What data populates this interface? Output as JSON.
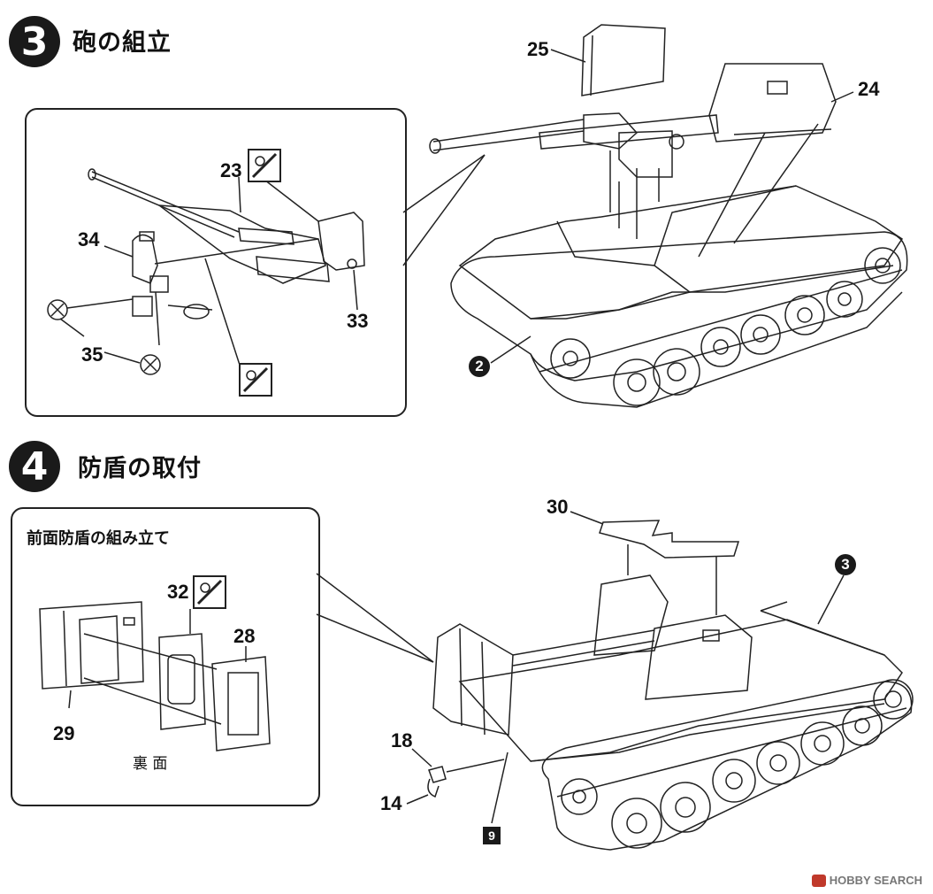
{
  "steps": [
    {
      "number": "3",
      "title": "砲の組立"
    },
    {
      "number": "4",
      "title": "防盾の取付"
    }
  ],
  "step3": {
    "parts": {
      "p23": "23",
      "p34": "34",
      "p35": "35",
      "p33": "33",
      "p25": "25",
      "p24": "24"
    },
    "ref": "2"
  },
  "step4": {
    "inset_title": "前面防盾の組み立て",
    "back_label": "裏 面",
    "parts": {
      "p32": "32",
      "p28": "28",
      "p29": "29",
      "p30": "30",
      "p18": "18",
      "p14": "14"
    },
    "ref": "3",
    "sub_ref": "9"
  },
  "icons": [
    "cut-and-sand-icon",
    "cut-and-sand-icon",
    "cut-and-sand-icon"
  ],
  "watermark": "HOBBY SEARCH",
  "colors": {
    "ink": "#111111",
    "badge": "#1a1a1a",
    "watermark_logo": "#c0392b"
  }
}
